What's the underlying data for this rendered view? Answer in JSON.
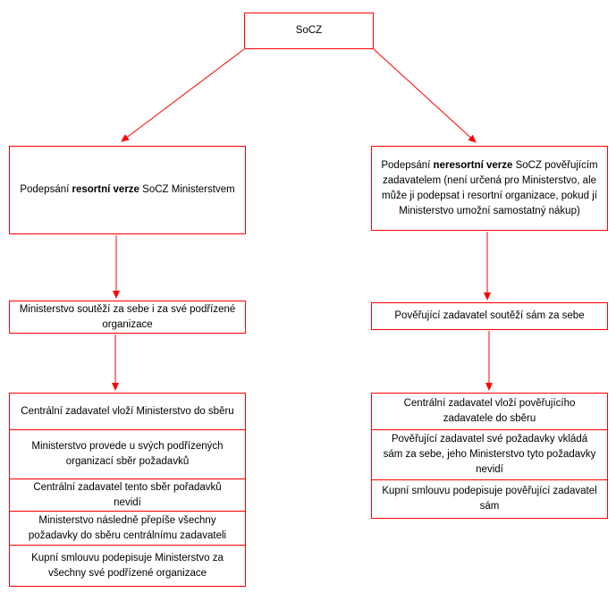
{
  "diagram": {
    "title": "SoCZ signing flowchart",
    "colors": {
      "box_border": "#ff0000",
      "arrow": "#ff0000",
      "text": "#000000",
      "box_fill": "#ffffff",
      "background": "#ffffff"
    },
    "root": {
      "label": "SoCZ"
    },
    "left": {
      "signing": {
        "prefix": "Podepsání ",
        "bold": "resortní verze",
        "suffix": " SoCZ Ministerstvem"
      },
      "competition": "Ministerstvo soutěží za sebe i za své podřízené organizace",
      "steps": [
        "Centrální zadavatel vloží Ministerstvo do sběru",
        "Ministerstvo provede u svých podřízených organizací sběr požadavků",
        "Centrální zadavatel  tento sběr  pořadavků nevidí",
        "Ministerstvo následně  přepíše všechny požadavky do sběru centrálnímu zadavateli",
        "Kupní smlouvu podepisuje Ministerstvo za všechny své podřízené organizace"
      ]
    },
    "right": {
      "signing": {
        "prefix": "Podepsání ",
        "bold": "neresortní verze",
        "suffix": " SoCZ pověřujícím zadavatelem (není určená pro Ministerstvo, ale může ji podepsat i resortní organizace, pokud jí  Ministerstvo umožní samostatný nákup)"
      },
      "competition": "Pověřující zadavatel soutěží sám za sebe",
      "steps": [
        "Centrální zadavatel vloží pověřujícího zadavatele do sběru",
        "Pověřující zadavatel své požadavky vkládá sám za sebe, jeho Ministerstvo tyto požadavky nevidí",
        "Kupní smlouvu podepisuje pověřující zadavatel sám"
      ]
    }
  }
}
